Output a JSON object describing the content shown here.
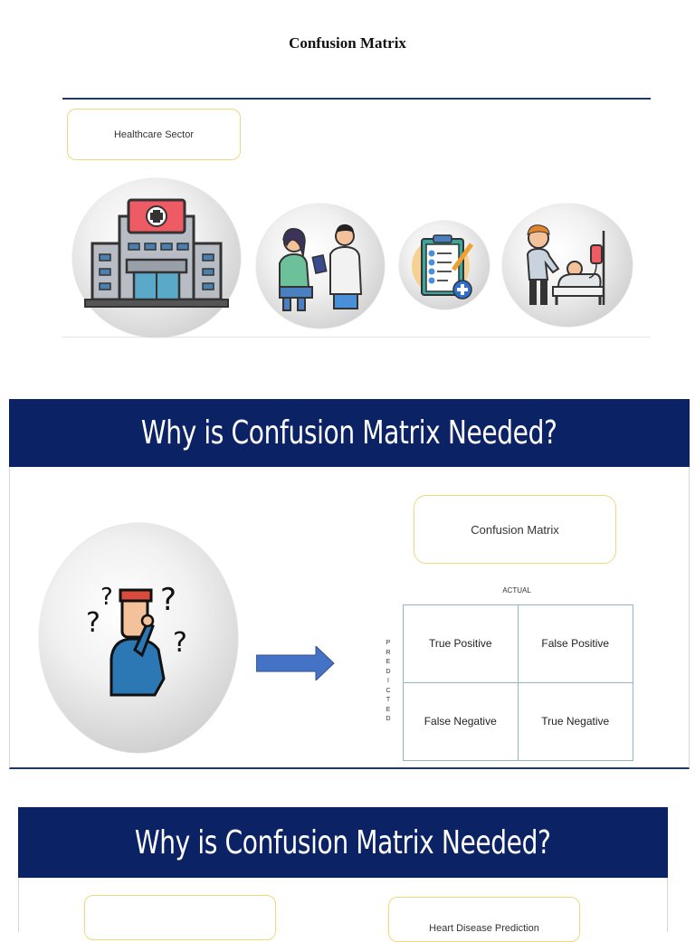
{
  "document": {
    "title": "Confusion Matrix"
  },
  "slide1": {
    "label": "Healthcare Sector",
    "icons": [
      "hospital-icon",
      "doctor-patient-icon",
      "medical-checklist-icon",
      "patient-bed-icon"
    ]
  },
  "slide2": {
    "header": "Why is Confusion Matrix Needed?",
    "box_label": "Confusion Matrix",
    "actual_label": "ACTUAL",
    "predicted_label": "P\nR\nE\nD\nI\nC\nT\nE\nD",
    "matrix": {
      "true_positive": "True Positive",
      "false_positive": "False Positive",
      "false_negative": "False Negative",
      "true_negative": "True Negative"
    },
    "icons": [
      "confused-person-icon",
      "arrow-right-icon"
    ]
  },
  "slide3": {
    "header": "Why is Confusion Matrix Needed?",
    "right_box_label": "Heart Disease Prediction"
  },
  "colors": {
    "header_bg": "#0b2265",
    "box_border": "#f2d77a",
    "arrow": "#4472c4",
    "hospital_red": "#ef5b64"
  }
}
